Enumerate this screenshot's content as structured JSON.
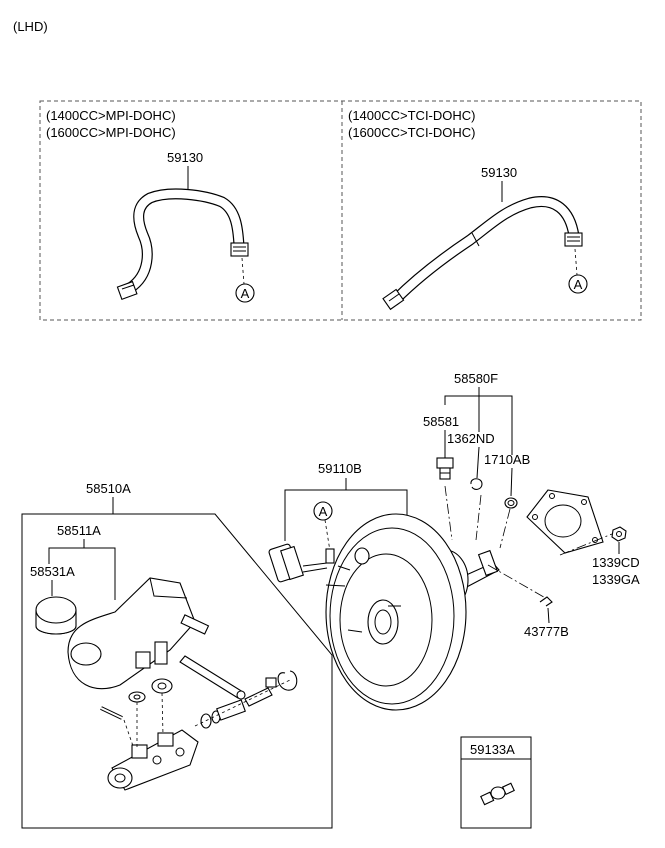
{
  "header": {
    "variant": "(LHD)"
  },
  "panels": {
    "left": {
      "engines": [
        "(1400CC>MPI-DOHC)",
        "(1600CC>MPI-DOHC)"
      ],
      "part_no": "59130",
      "ref": "A"
    },
    "right": {
      "engines": [
        "(1400CC>TCI-DOHC)",
        "(1600CC>TCI-DOHC)"
      ],
      "part_no": "59130",
      "ref": "A"
    }
  },
  "parts": {
    "kit_58580F": "58580F",
    "bolt_58581": "58581",
    "clip_1362ND": "1362ND",
    "oring_1710AB": "1710AB",
    "booster_59110B": "59110B",
    "ref_A": "A",
    "nut_1339CD": "1339CD",
    "nut_1339GA": "1339GA",
    "pin_43777B": "43777B",
    "mc_assy_58510A": "58510A",
    "reservoir_58511A": "58511A",
    "cap_58531A": "58531A",
    "valve_59133A": "59133A"
  }
}
